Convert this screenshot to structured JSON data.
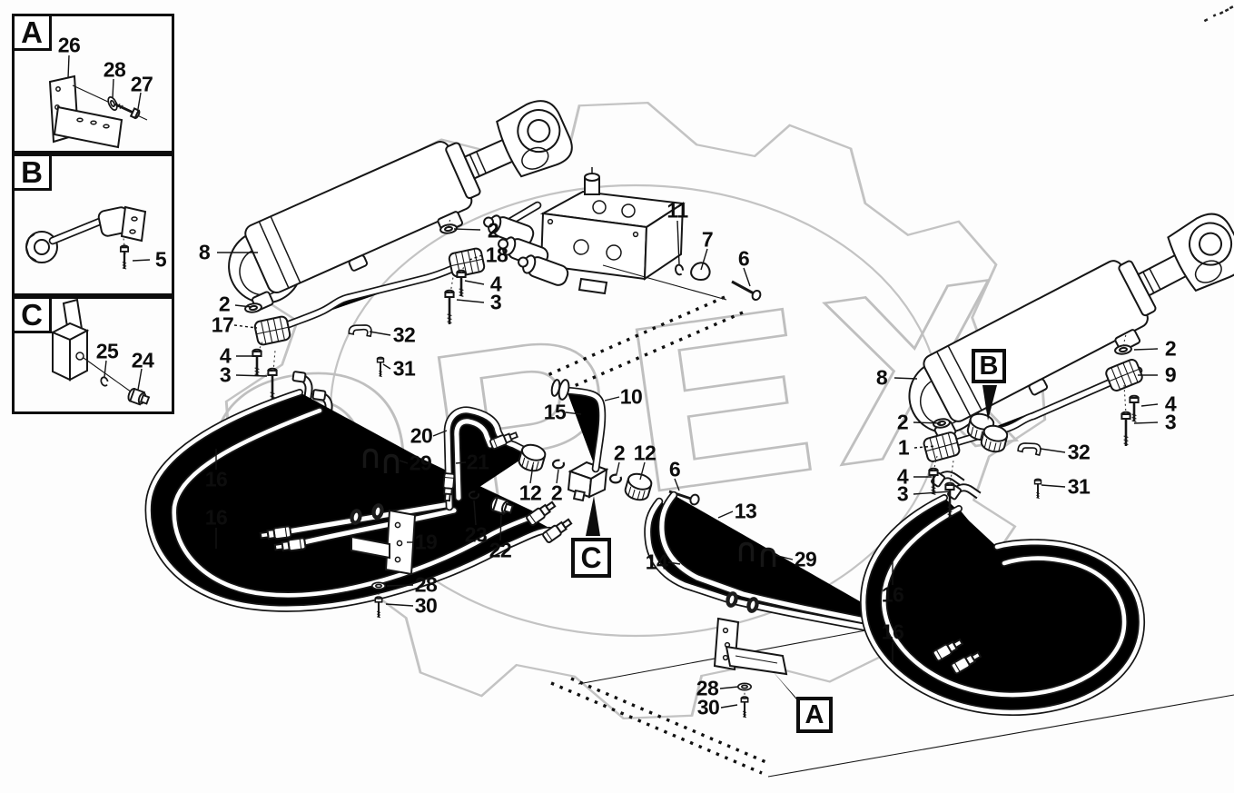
{
  "watermark": {
    "text": "OPEX"
  },
  "insets": {
    "a": {
      "letter": "A",
      "items": [
        "26",
        "28",
        "27"
      ]
    },
    "b": {
      "letter": "B",
      "items": [
        "5"
      ]
    },
    "c": {
      "letter": "C",
      "items": [
        "25",
        "24"
      ]
    }
  },
  "markers": {
    "a": "A",
    "b": "B",
    "c": "C"
  },
  "callouts": [
    "8",
    "2",
    "18",
    "4",
    "3",
    "2",
    "17",
    "32",
    "31",
    "4",
    "3",
    "11",
    "7",
    "6",
    "10",
    "15",
    "20",
    "29",
    "21",
    "12",
    "2",
    "2",
    "12",
    "6",
    "13",
    "23",
    "22",
    "19",
    "14",
    "29",
    "28",
    "30",
    "28",
    "30",
    "16",
    "16",
    "16",
    "16",
    "8",
    "2",
    "9",
    "4",
    "3",
    "2",
    "1",
    "4",
    "3",
    "32",
    "31"
  ]
}
